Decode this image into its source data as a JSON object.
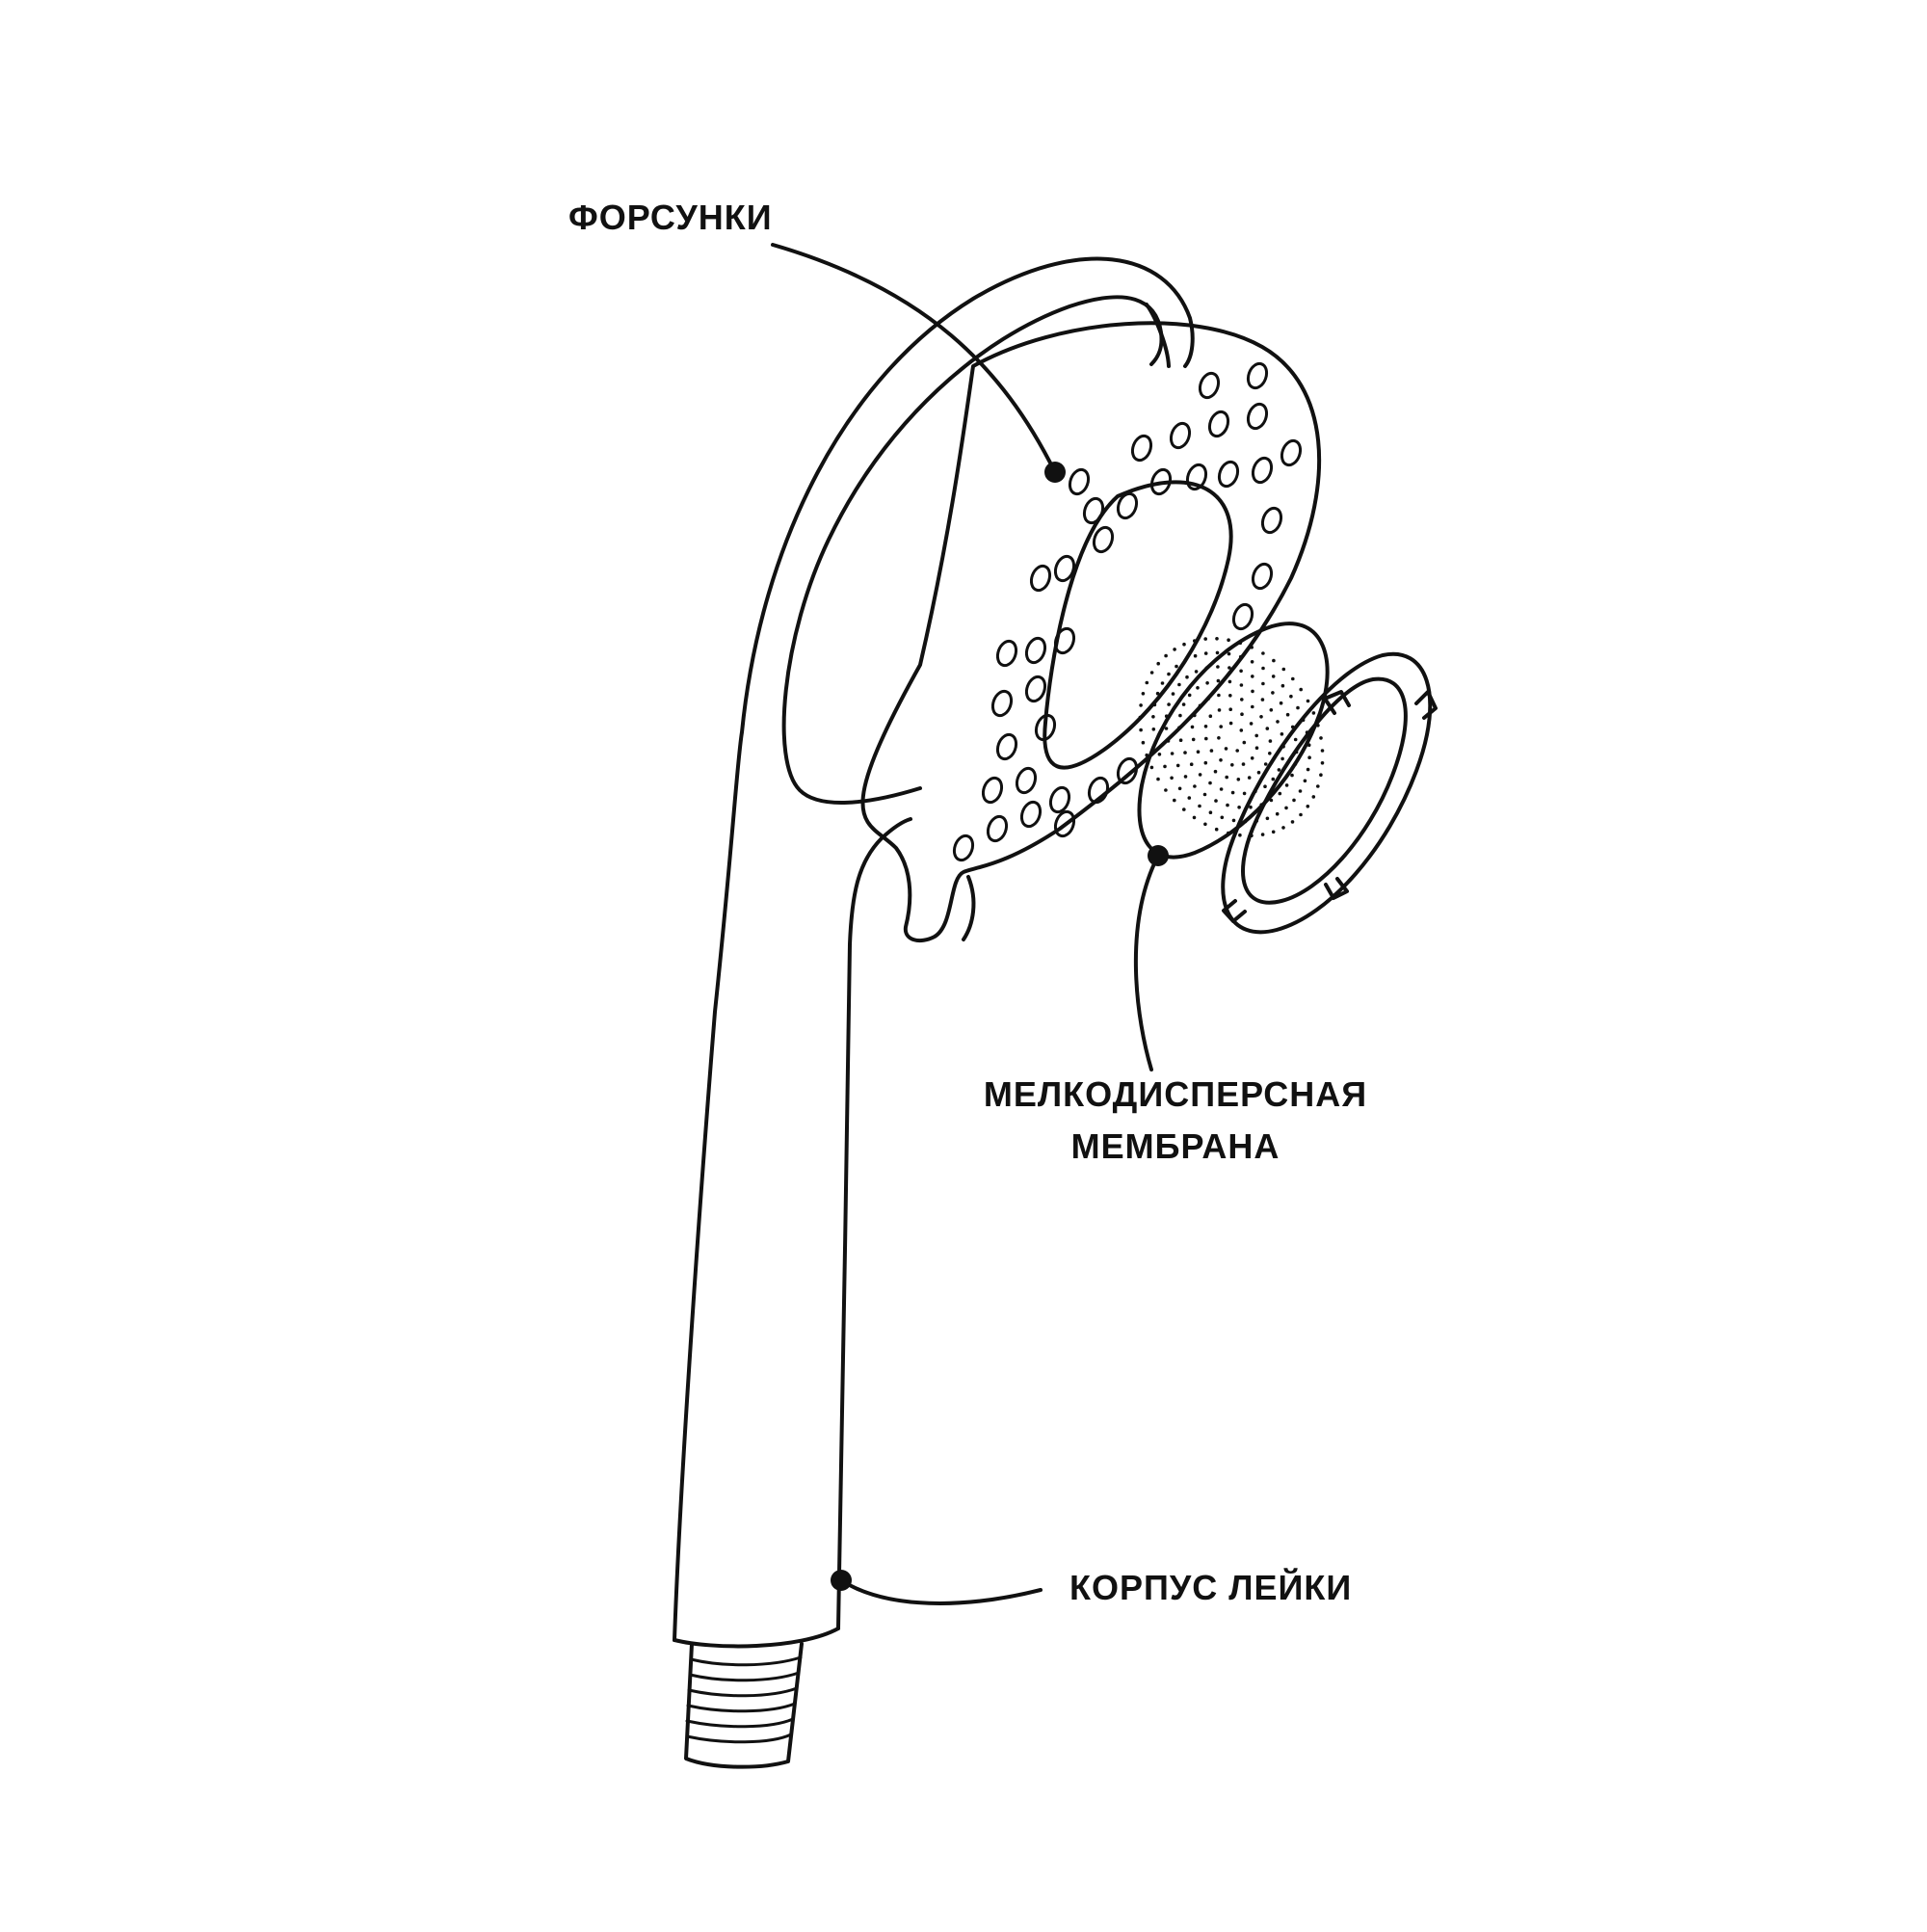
{
  "labels": {
    "nozzles": "ФОРСУНКИ",
    "membrane_line1": "МЕЛКОДИСПЕРСНАЯ",
    "membrane_line2": "МЕМБРАНА",
    "body": "КОРПУС ЛЕЙКИ"
  },
  "colors": {
    "stroke": "#111111",
    "background": "#ffffff"
  }
}
